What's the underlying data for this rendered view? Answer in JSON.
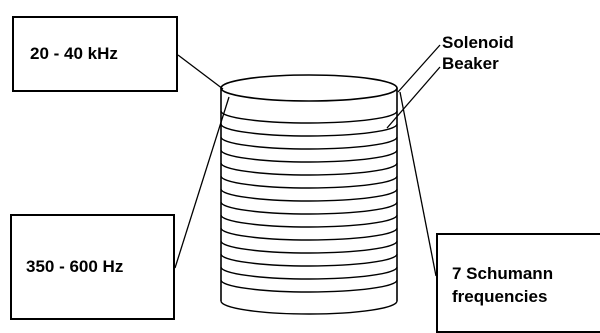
{
  "labels": {
    "freq_high": "20 - 40 kHz",
    "freq_mid": "350 - 600 Hz",
    "freq_schumann": "7 Schumann\nfrequencies",
    "solenoid": "Solenoid",
    "beaker": "Beaker"
  },
  "colors": {
    "stroke": "#000000",
    "fill": "#ffffff"
  }
}
